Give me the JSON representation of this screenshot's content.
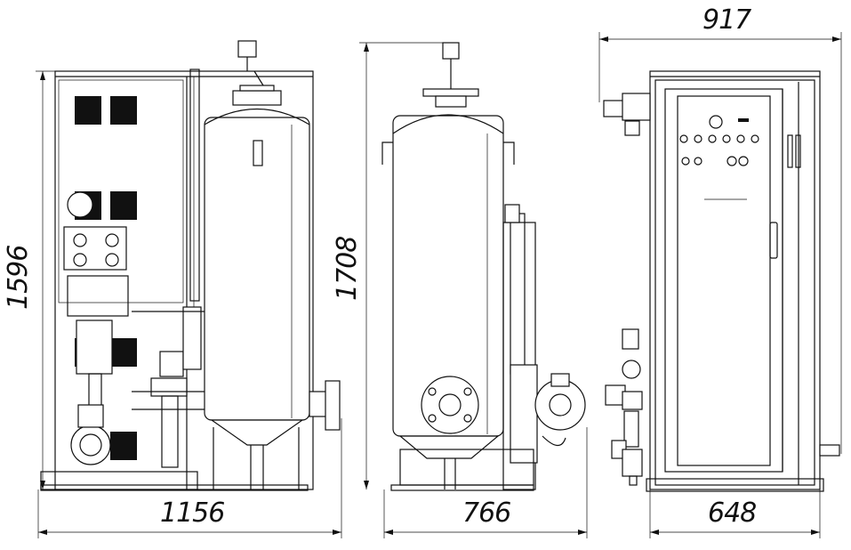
{
  "dimensions": {
    "front_width": "1156",
    "front_height": "1596",
    "side_width": "766",
    "side_height": "1708",
    "right_overall_width": "917",
    "right_body_width": "648"
  }
}
